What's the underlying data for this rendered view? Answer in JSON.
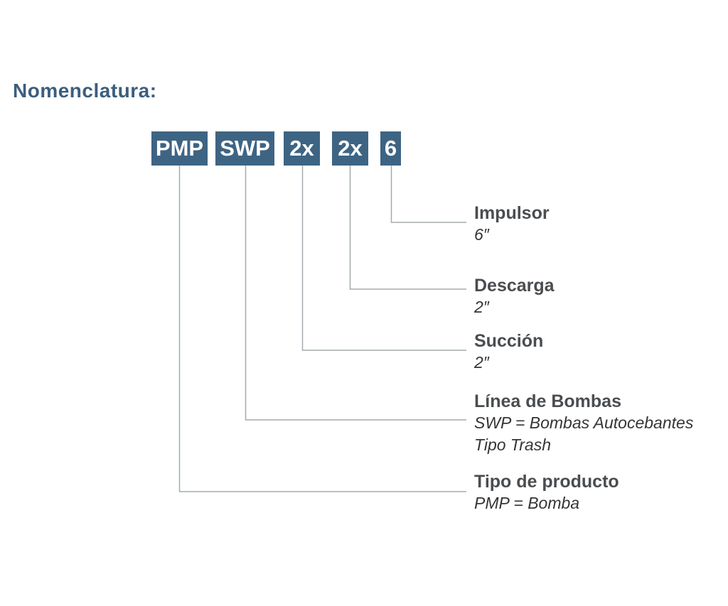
{
  "title": "Nomenclatura:",
  "code_boxes": [
    {
      "label": "PMP"
    },
    {
      "label": "SWP"
    },
    {
      "label": "2x"
    },
    {
      "label": "2x"
    },
    {
      "label": "6"
    }
  ],
  "annotations": [
    {
      "title": "Impulsor",
      "lines": [
        "6″"
      ]
    },
    {
      "title": "Descarga",
      "lines": [
        "2″"
      ]
    },
    {
      "title": "Succión",
      "lines": [
        "2″"
      ]
    },
    {
      "title": "Línea de Bombas",
      "lines": [
        "SWP = Bombas Autocebantes",
        "Tipo Trash"
      ]
    },
    {
      "title": "Tipo de producto",
      "lines": [
        "PMP = Bomba"
      ]
    }
  ],
  "colors": {
    "box_fill": "#3e6484",
    "box_text": "#ffffff",
    "title_text": "#3b5e7e",
    "annotation_title_text": "#4a4d50",
    "annotation_value_text": "#333537",
    "connector_line": "#a3aaae",
    "background": "#ffffff"
  }
}
